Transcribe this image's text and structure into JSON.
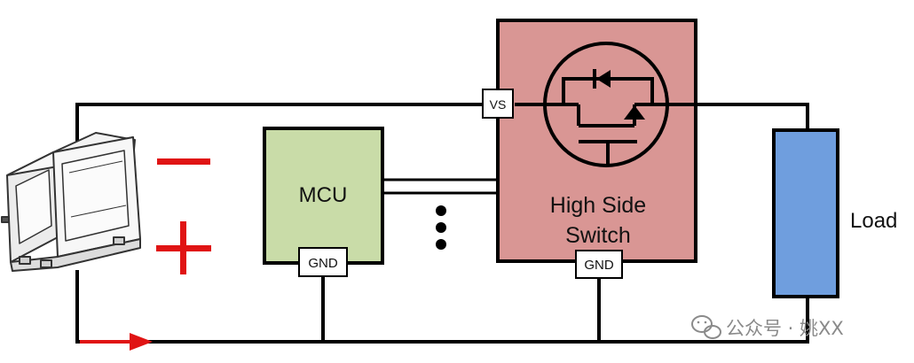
{
  "colors": {
    "wire": "#000000",
    "mcu_fill": "#c9dca8",
    "switch_fill": "#d99694",
    "load_fill": "#6f9ede",
    "polarity": "#e01414",
    "watermark": "#8a8a8a"
  },
  "labels": {
    "mcu": "MCU",
    "mcu_gnd": "GND",
    "vs": "VS",
    "switch_line1": "High Side",
    "switch_line2": "Switch",
    "switch_gnd": "GND",
    "load": "Load"
  },
  "polarity": {
    "minus": "−",
    "plus": "+"
  },
  "watermark": {
    "text": "公众号 · 姚XX",
    "icon": "wechat-icon"
  },
  "icons": {
    "battery": "battery-icon",
    "mosfet": "mosfet-symbol-icon",
    "ground_arrow": "current-arrow-icon",
    "ellipsis": "vertical-ellipsis-icon"
  }
}
